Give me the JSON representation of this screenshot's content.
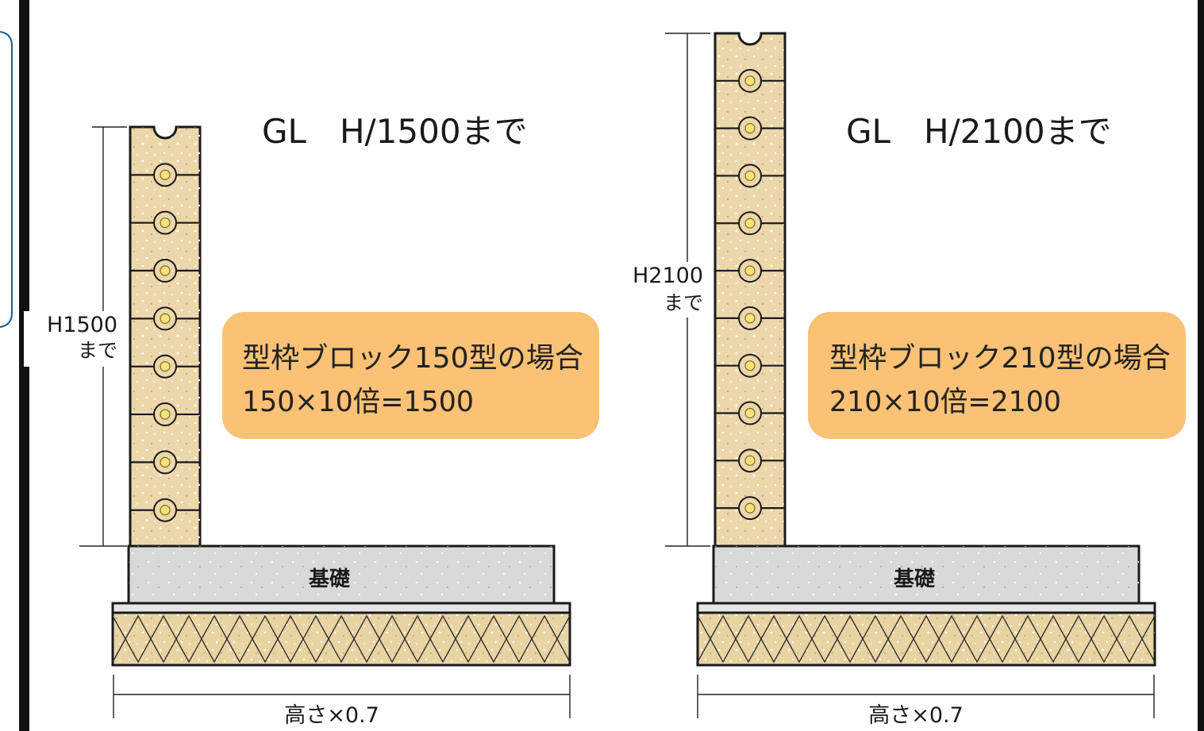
{
  "colors": {
    "block_fill": "#EBD7AA",
    "block_stroke": "#1A1A1A",
    "bolt_fill": "#F7E27A",
    "footing_fill": "#D9D9D9",
    "base_fill": "#E8D3A2",
    "callout_fill": "#FBC175",
    "frame_dark": "#111111",
    "frame_blue": "#1E5C8C"
  },
  "panels": [
    {
      "title": "GL　H/1500まで",
      "height_label_line1": "H1500",
      "height_label_line2": "まで",
      "callout_line1": "型枠ブロック150型の場合",
      "callout_line2": "150×10倍=1500",
      "footing_label": "基礎",
      "width_label": "高さ×0.7",
      "block_rows": 9
    },
    {
      "title": "GL　H/2100まで",
      "height_label_line1": "H2100",
      "height_label_line2": "まで",
      "callout_line1": "型枠ブロック210型の場合",
      "callout_line2": "210×10倍=2100",
      "footing_label": "基礎",
      "width_label": "高さ×0.7",
      "block_rows": 11
    }
  ]
}
